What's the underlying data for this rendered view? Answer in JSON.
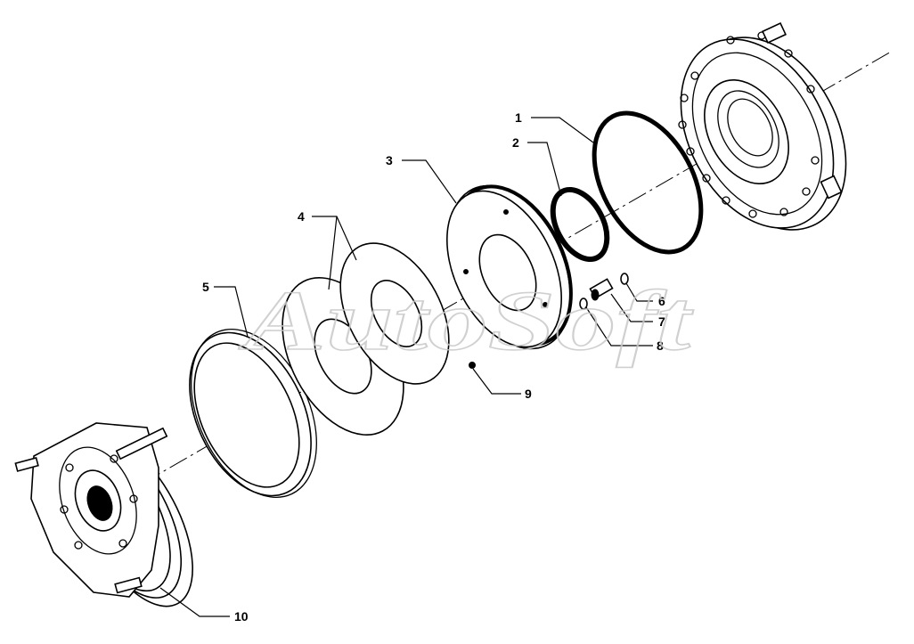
{
  "watermark": "AutoSoft",
  "callouts": [
    "1",
    "2",
    "3",
    "4",
    "5",
    "6",
    "7",
    "8",
    "9",
    "10"
  ]
}
